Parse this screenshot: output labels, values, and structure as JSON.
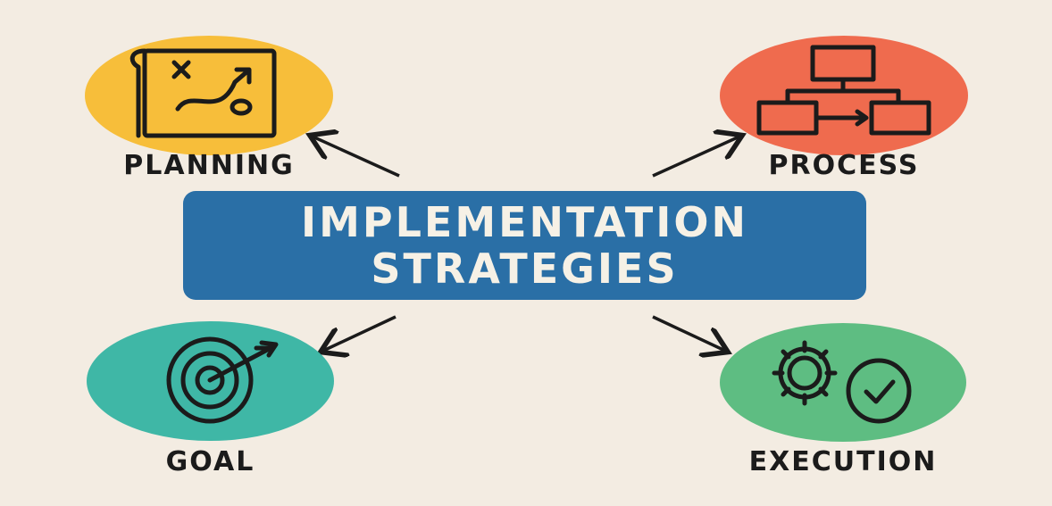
{
  "center": {
    "line1": "IMPLEMENTATION",
    "line2": "STRATEGIES",
    "color": "#2a6fa6"
  },
  "nodes": {
    "planning": {
      "label": "PLANNING",
      "color": "#f7be3a",
      "icon": "map-icon"
    },
    "process": {
      "label": "PROCESS",
      "color": "#ef6b4e",
      "icon": "flowchart-icon"
    },
    "goal": {
      "label": "GOAL",
      "color": "#3fb7a6",
      "icon": "target-icon"
    },
    "execution": {
      "label": "EXECUTION",
      "color": "#5ebd82",
      "icon": "gear-check-icon"
    }
  }
}
